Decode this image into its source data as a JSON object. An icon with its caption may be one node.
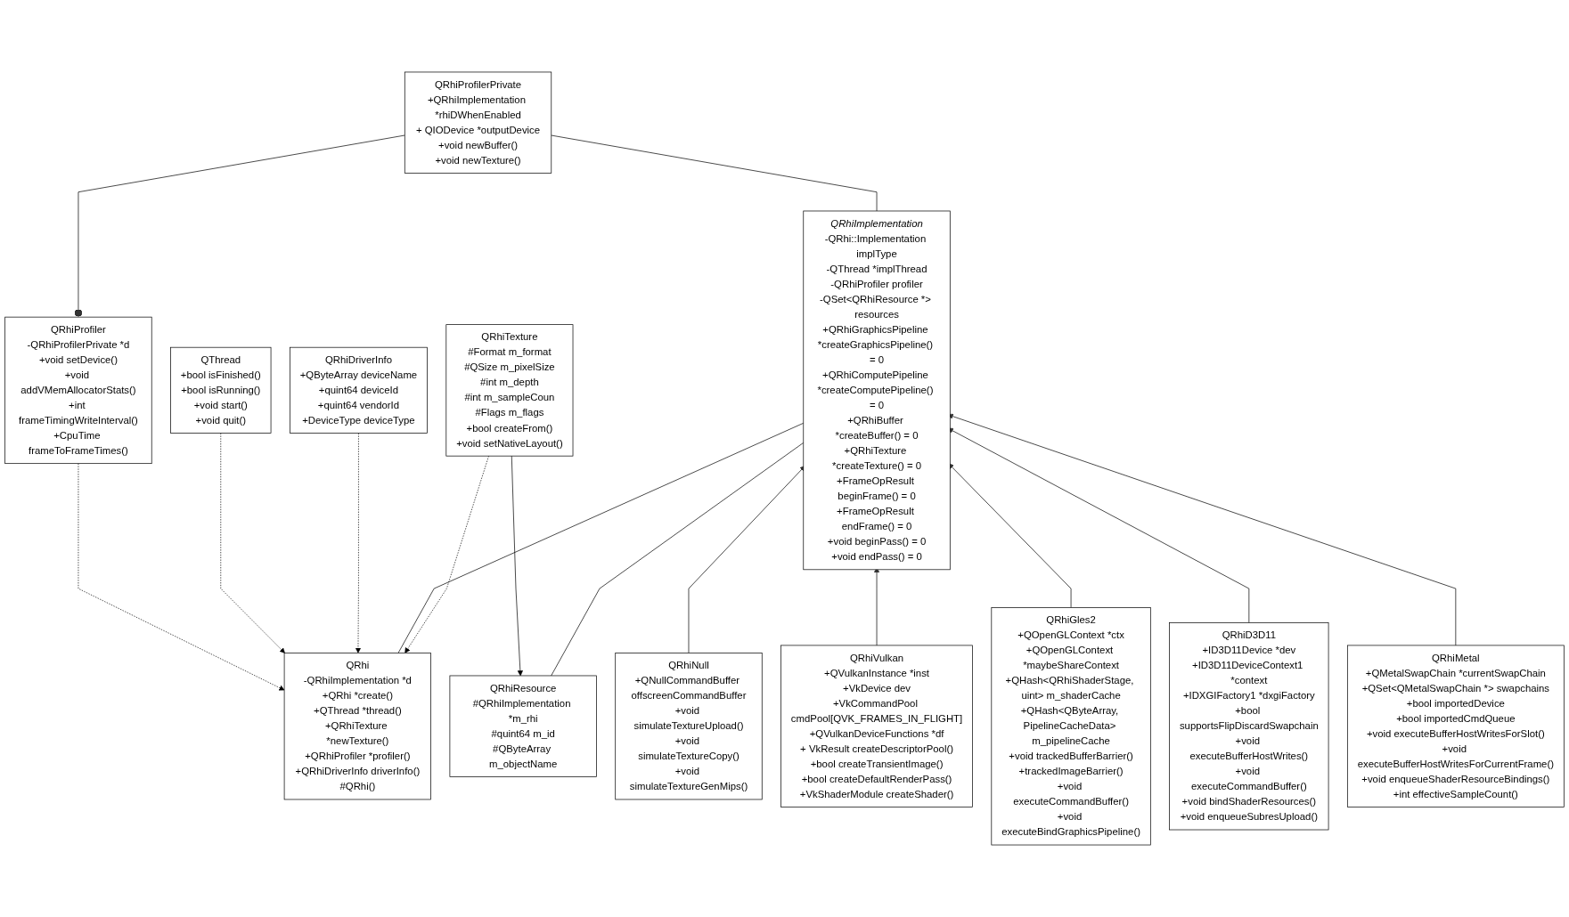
{
  "diagram": {
    "nodes": [
      {
        "text": [
          "QRhiProfilerPrivate",
          "+QRhiImplementation *rhiDWhenEnabled",
          "+ QIODevice *outputDevice",
          "+void newBuffer()",
          "+void newTexture()"
        ]
      },
      {
        "text": [
          "QRhiProfiler",
          "-QRhiProfilerPrivate *d",
          "+void setDevice()",
          "+void addVMemAllocatorStats()",
          "+int frameTimingWriteInterval()",
          "+CpuTime frameToFrameTimes()"
        ]
      },
      {
        "text": [
          "QThread",
          "+bool isFinished()",
          "+bool isRunning()",
          "+void start()",
          "+void quit()"
        ]
      },
      {
        "text": [
          "QRhiDriverInfo",
          "+QByteArray deviceName",
          "+quint64 deviceId",
          "+quint64 vendorId",
          "+DeviceType deviceType"
        ]
      },
      {
        "text": [
          "QRhiImplementation",
          "-QRhi::Implementation implType",
          "-QThread *implThread",
          "-QRhiProfiler profiler",
          "-QSet<QRhiResource *> resources",
          "+QRhiGraphicsPipeline *createGraphicsPipeline() = 0",
          "+QRhiComputePipeline *createComputePipeline() = 0",
          "+QRhiBuffer *createBuffer() = 0",
          "+QRhiTexture *createTexture() = 0",
          "+FrameOpResult beginFrame() = 0",
          "+FrameOpResult endFrame() = 0",
          "+void beginPass() = 0",
          "+void endPass() = 0"
        ]
      },
      {
        "text": [
          "QRhi",
          "-QRhiImplementation *d",
          "+QRhi *create()",
          "+QThread *thread()",
          "+QRhiTexture *newTexture()",
          "+QRhiProfiler *profiler()",
          "+QRhiDriverInfo driverInfo()",
          "#QRhi()"
        ]
      },
      {
        "text": [
          "QRhiTexture",
          "#Format m_format",
          "#QSize m_pixelSize",
          "#int m_depth",
          "#int m_sampleCoun",
          "#Flags m_flags",
          "+bool createFrom()",
          "+void setNativeLayout()"
        ]
      },
      {
        "text": [
          "QRhiResource",
          "#QRhiImplementation *m_rhi",
          "#quint64 m_id",
          "#QByteArray m_objectName"
        ]
      },
      {
        "text": [
          "QRhiNull",
          "+QNullCommandBuffer offscreenCommandBuffer",
          "+void simulateTextureUpload()",
          "+void simulateTextureCopy()",
          "+void simulateTextureGenMips()"
        ]
      },
      {
        "text": [
          "QRhiVulkan",
          "+QVulkanInstance *inst",
          "+VkDevice dev",
          "+VkCommandPool cmdPool[QVK_FRAMES_IN_FLIGHT]",
          "+QVulkanDeviceFunctions *df",
          "+ VkResult createDescriptorPool()",
          "+bool createTransientImage()",
          "+bool createDefaultRenderPass()",
          "+VkShaderModule createShader()"
        ]
      },
      {
        "text": [
          "QRhiGles2",
          "+QOpenGLContext *ctx",
          "+QOpenGLContext *maybeShareContext",
          "+QHash<QRhiShaderStage, uint> m_shaderCache",
          "+QHash<QByteArray, PipelineCacheData> m_pipelineCache",
          "+void trackedBufferBarrier()",
          "+trackedImageBarrier()",
          "+void executeCommandBuffer()",
          "+void executeBindGraphicsPipeline()"
        ]
      },
      {
        "text": [
          "QRhiD3D11",
          "+ID3D11Device *dev",
          "+ID3D11DeviceContext1 *context",
          "+IDXGIFactory1 *dxgiFactory",
          "+bool supportsFlipDiscardSwapchain",
          "+void executeBufferHostWrites()",
          "+void executeCommandBuffer()",
          "+void bindShaderResources()",
          "+void enqueueSubresUpload()"
        ]
      },
      {
        "text": [
          "QRhiMetal",
          "+QMetalSwapChain *currentSwapChain",
          "+QSet<QMetalSwapChain *> swapchains",
          "+bool importedDevice",
          "+bool importedCmdQueue",
          "+void executeBufferHostWritesForSlot()",
          "+void executeBufferHostWritesForCurrentFrame()",
          "+void enqueueShaderResourceBindings()",
          "+int effectiveSampleCount()"
        ]
      }
    ],
    "edges": [
      {
        "from": 0,
        "to": 1,
        "arrow": "other"
      },
      {
        "from": 0,
        "to": 4,
        "arrow": "none"
      },
      {
        "from": 1,
        "to": 5,
        "arrow": "to",
        "style": "dashed"
      },
      {
        "from": 2,
        "to": 5,
        "arrow": "to",
        "style": "dashed"
      },
      {
        "from": 3,
        "to": 5,
        "arrow": "to",
        "style": "dashed"
      },
      {
        "from": 4,
        "to": 5,
        "arrow": "none"
      },
      {
        "from": 6,
        "to": 5,
        "arrow": "to",
        "style": "dashed"
      },
      {
        "from": 6,
        "to": 7,
        "arrow": "to"
      },
      {
        "from": 4,
        "to": 7,
        "arrow": "none"
      },
      {
        "from": 8,
        "to": 4,
        "arrow": "to"
      },
      {
        "from": 9,
        "to": 4,
        "arrow": "to"
      },
      {
        "from": 10,
        "to": 4,
        "arrow": "to"
      },
      {
        "from": 11,
        "to": 4,
        "arrow": "to"
      },
      {
        "from": 12,
        "to": 4,
        "arrow": "to"
      }
    ]
  }
}
